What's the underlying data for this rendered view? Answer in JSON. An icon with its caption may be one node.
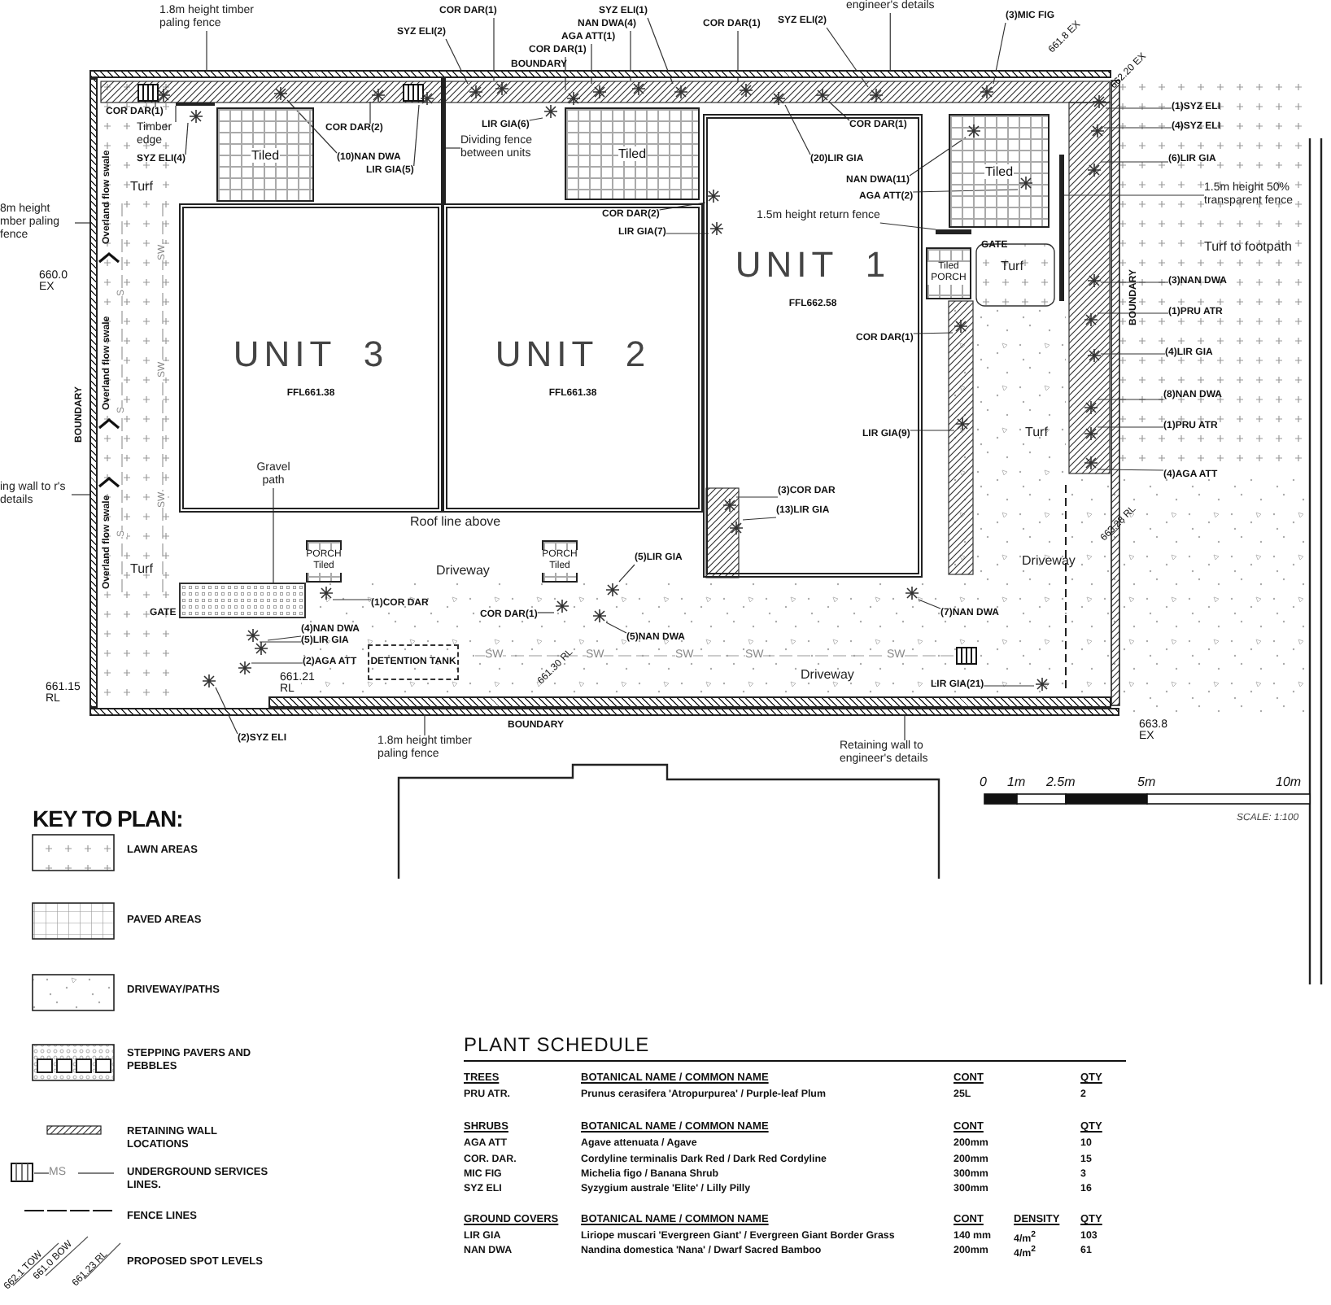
{
  "diagram": {
    "nodes": [
      {
        "text": [
          "UNIT 3",
          "FFL661.38"
        ]
      },
      {
        "text": [
          "UNIT 2",
          "FFL661.38"
        ]
      },
      {
        "text": [
          "UNIT 1",
          "FFL662.58"
        ]
      },
      {
        "text": [
          "Tiled"
        ]
      },
      {
        "text": [
          "Tiled"
        ]
      },
      {
        "text": [
          "Tiled"
        ]
      },
      {
        "text": [
          "Tiled PORCH"
        ]
      },
      {
        "text": [
          "PORCH Tiled"
        ]
      },
      {
        "text": [
          "PORCH Tiled"
        ]
      },
      {
        "text": [
          "DETENTION TANK"
        ]
      },
      {
        "text": [
          "1.8m height timber paling fence"
        ]
      },
      {
        "text": [
          "8m height mber paling fence"
        ]
      },
      {
        "text": [
          "ing wall to r's details"
        ]
      },
      {
        "text": [
          "COR DAR(1)"
        ]
      },
      {
        "text": [
          "Timber edge"
        ]
      },
      {
        "text": [
          "SYZ ELI(4)"
        ]
      },
      {
        "text": [
          "COR DAR(2)"
        ]
      },
      {
        "text": [
          "(10)NAN DWA"
        ]
      },
      {
        "text": [
          "LIR GIA(5)"
        ]
      },
      {
        "text": [
          "SYZ ELI(2)"
        ]
      },
      {
        "text": [
          "COR DAR(1)"
        ]
      },
      {
        "text": [
          "Dividing fence between units"
        ]
      },
      {
        "text": [
          "LIR GIA(6)"
        ]
      },
      {
        "text": [
          "AGA ATT(1)"
        ]
      },
      {
        "text": [
          "NAN DWA(4)"
        ]
      },
      {
        "text": [
          "SYZ ELI(1)"
        ]
      },
      {
        "text": [
          "COR DAR(1)"
        ]
      },
      {
        "text": [
          "COR DAR(2)"
        ],
        "in": 1
      },
      {
        "text": [
          "LIR GIA(7)"
        ],
        "in": 1
      },
      {
        "text": [
          "engineer's details"
        ]
      },
      {
        "text": [
          "COR DAR(1)"
        ]
      },
      {
        "text": [
          "SYZ ELI(2)"
        ]
      },
      {
        "text": [
          "(3)MIC FIG"
        ]
      },
      {
        "text": [
          "COR DAR(1)"
        ],
        "in": 2
      },
      {
        "text": [
          "(20)LIR GIA"
        ],
        "in": 2
      },
      {
        "text": [
          "NAN DWA(11)"
        ],
        "in": 2
      },
      {
        "text": [
          "AGA ATT(2)"
        ],
        "in": 2
      },
      {
        "text": [
          "1.5m height return fence"
        ],
        "in": 2
      },
      {
        "text": [
          "(1)SYZ ELI"
        ]
      },
      {
        "text": [
          "(4)SYZ ELI"
        ]
      },
      {
        "text": [
          "(6)LIR GIA"
        ]
      },
      {
        "text": [
          "1.5m height 50% transparent fence"
        ]
      },
      {
        "text": [
          "(3)NAN DWA"
        ]
      },
      {
        "text": [
          "(1)PRU ATR"
        ]
      },
      {
        "text": [
          "(4)LIR GIA"
        ]
      },
      {
        "text": [
          "COR DAR(1)"
        ],
        "in": 2
      },
      {
        "text": [
          "(8)NAN DWA"
        ]
      },
      {
        "text": [
          "(1)PRU ATR"
        ]
      },
      {
        "text": [
          "(4)AGA ATT"
        ]
      },
      {
        "text": [
          "LIR GIA(9)"
        ],
        "in": 2
      },
      {
        "text": [
          "(3)COR DAR"
        ],
        "in": 2
      },
      {
        "text": [
          "(13)LIR GIA"
        ],
        "in": 2
      },
      {
        "text": [
          "Gravel path"
        ],
        "in": 0
      },
      {
        "text": [
          "(5)LIR GIA"
        ]
      },
      {
        "text": [
          "(1)COR DAR"
        ]
      },
      {
        "text": [
          "COR DAR(1)"
        ]
      },
      {
        "text": [
          "(4)NAN DWA"
        ]
      },
      {
        "text": [
          "(5)LIR GIA"
        ]
      },
      {
        "text": [
          "(2)AGA ATT"
        ]
      },
      {
        "text": [
          "(5)NAN DWA"
        ]
      },
      {
        "text": [
          "(7)NAN DWA"
        ]
      },
      {
        "text": [
          "LIR GIA(21)"
        ]
      },
      {
        "text": [
          "(2)SYZ ELI"
        ]
      },
      {
        "text": [
          "1.8m height timber paling fence"
        ]
      },
      {
        "text": [
          "Retaining wall to engineer's details"
        ]
      },
      {
        "text": [],
        "shape": "bar"
      },
      {
        "text": [],
        "shape": "bar"
      },
      {
        "text": [],
        "shape": "bar"
      },
      {
        "text": [],
        "shape": "bar"
      },
      {
        "text": [],
        "shape": "bar"
      },
      {
        "text": [],
        "shape": "bar"
      },
      {
        "text": [],
        "shape": "bar"
      },
      {
        "text": [],
        "shape": "bar"
      },
      {
        "text": [],
        "shape": "box"
      },
      {
        "text": [],
        "shape": "picture"
      },
      {
        "text": [],
        "shape": "picture"
      },
      {
        "text": [],
        "shape": "picture"
      },
      {
        "text": [],
        "shape": "picture"
      },
      {
        "text": [],
        "shape": "picture"
      },
      {
        "text": [],
        "shape": "picture"
      },
      {
        "text": [],
        "shape": "picture"
      },
      {
        "text": [],
        "shape": "picture"
      },
      {
        "text": [],
        "shape": "picture"
      },
      {
        "text": [],
        "shape": "picture"
      },
      {
        "text": [],
        "shape": "picture"
      },
      {
        "text": [],
        "shape": "picture"
      },
      {
        "text": [],
        "shape": "picture",
        "in": 2
      },
      {
        "text": [],
        "shape": "picture",
        "in": 2
      },
      {
        "text": [],
        "shape": "picture"
      },
      {
        "text": [],
        "shape": "picture"
      },
      {
        "text": [],
        "shape": "picture"
      },
      {
        "text": [],
        "shape": "picture"
      },
      {
        "text": [],
        "shape": "picture"
      },
      {
        "text": [],
        "shape": "picture",
        "in": 5
      },
      {
        "text": [],
        "shape": "picture",
        "in": 5
      },
      {
        "text": [],
        "shape": "picture"
      },
      {
        "text": [],
        "shape": "picture"
      },
      {
        "text": [],
        "shape": "picture"
      },
      {
        "text": [],
        "shape": "picture"
      },
      {
        "text": [],
        "shape": "picture"
      },
      {
        "text": [],
        "shape": "picture"
      },
      {
        "text": [],
        "shape": "picture"
      },
      {
        "text": [],
        "shape": "picture"
      },
      {
        "text": [],
        "shape": "picture"
      },
      {
        "text": [],
        "shape": "picture"
      },
      {
        "text": [],
        "shape": "picture"
      },
      {
        "text": [],
        "shape": "picture",
        "in": 2
      },
      {
        "text": [],
        "shape": "picture",
        "in": 2
      },
      {
        "text": [],
        "shape": "picture"
      },
      {
        "text": [],
        "shape": "picture"
      },
      {
        "text": [],
        "shape": "picture"
      },
      {
        "text": [],
        "shape": "picture"
      },
      {
        "text": [],
        "shape": "picture"
      },
      {
        "text": [],
        "shape": "picture"
      },
      {
        "text": [],
        "shape": "picture"
      },
      {
        "text": [],
        "shape": "picture"
      },
      {
        "text": [],
        "shape": "picture"
      },
      {
        "text": [],
        "shape": "picture"
      }
    ],
    "edges": [
      {
        "from": 10,
        "to": 65,
        "arrow": "none"
      },
      {
        "from": 11,
        "to": 66,
        "arrow": "none"
      },
      {
        "from": 12,
        "to": 66,
        "arrow": "none"
      },
      {
        "from": 13,
        "to": 74,
        "arrow": "none"
      },
      {
        "from": 14,
        "to": 72,
        "arrow": "none"
      },
      {
        "from": 15,
        "to": 75,
        "arrow": "none"
      },
      {
        "from": 16,
        "to": 76,
        "arrow": "none"
      },
      {
        "from": 17,
        "to": 77,
        "arrow": "none"
      },
      {
        "from": 18,
        "to": 78,
        "arrow": "none"
      },
      {
        "from": 19,
        "to": 79,
        "arrow": "none"
      },
      {
        "from": 20,
        "to": 80,
        "arrow": "none"
      },
      {
        "from": 21,
        "to": 69,
        "arrow": "none"
      },
      {
        "from": 22,
        "to": 81,
        "arrow": "none"
      },
      {
        "from": 23,
        "to": 82,
        "arrow": "none"
      },
      {
        "from": 24,
        "to": 83,
        "arrow": "none"
      },
      {
        "from": 25,
        "to": 84,
        "arrow": "none"
      },
      {
        "from": 26,
        "to": 85,
        "arrow": "none"
      },
      {
        "from": 27,
        "to": 86,
        "arrow": "none"
      },
      {
        "from": 28,
        "to": 87,
        "arrow": "none"
      },
      {
        "from": 29,
        "to": 65,
        "arrow": "none"
      },
      {
        "from": 30,
        "to": 88,
        "arrow": "none"
      },
      {
        "from": 31,
        "to": 89,
        "arrow": "none"
      },
      {
        "from": 32,
        "to": 90,
        "arrow": "none"
      },
      {
        "from": 33,
        "to": 91,
        "arrow": "none"
      },
      {
        "from": 34,
        "to": 92,
        "arrow": "none"
      },
      {
        "from": 35,
        "to": 93,
        "arrow": "none"
      },
      {
        "from": 36,
        "to": 94,
        "arrow": "none"
      },
      {
        "from": 37,
        "to": 70,
        "arrow": "none"
      },
      {
        "from": 38,
        "to": 95,
        "arrow": "none"
      },
      {
        "from": 39,
        "to": 96,
        "arrow": "none"
      },
      {
        "from": 40,
        "to": 97,
        "arrow": "none"
      },
      {
        "from": 41,
        "to": 71,
        "arrow": "none"
      },
      {
        "from": 42,
        "to": 98,
        "arrow": "none"
      },
      {
        "from": 43,
        "to": 99,
        "arrow": "none"
      },
      {
        "from": 44,
        "to": 100,
        "arrow": "none"
      },
      {
        "from": 45,
        "to": 101,
        "arrow": "none"
      },
      {
        "from": 46,
        "to": 102,
        "arrow": "none"
      },
      {
        "from": 47,
        "to": 103,
        "arrow": "none"
      },
      {
        "from": 48,
        "to": 104,
        "arrow": "none"
      },
      {
        "from": 49,
        "to": 105,
        "arrow": "none"
      },
      {
        "from": 50,
        "to": 106,
        "arrow": "none"
      },
      {
        "from": 51,
        "to": 107,
        "arrow": "none"
      },
      {
        "from": 52,
        "to": 73,
        "arrow": "none"
      },
      {
        "from": 53,
        "to": 108,
        "arrow": "none"
      },
      {
        "from": 54,
        "to": 109,
        "arrow": "none"
      },
      {
        "from": 55,
        "to": 110,
        "arrow": "none"
      },
      {
        "from": 56,
        "to": 111,
        "arrow": "none"
      },
      {
        "from": 57,
        "to": 112,
        "arrow": "none"
      },
      {
        "from": 58,
        "to": 113,
        "arrow": "none"
      },
      {
        "from": 59,
        "to": 114,
        "arrow": "none"
      },
      {
        "from": 60,
        "to": 115,
        "arrow": "none"
      },
      {
        "from": 61,
        "to": 116,
        "arrow": "none"
      },
      {
        "from": 62,
        "to": 117,
        "arrow": "none"
      },
      {
        "from": 63,
        "to": 67,
        "arrow": "none"
      },
      {
        "from": 64,
        "to": 68,
        "arrow": "none"
      }
    ],
    "labels": [
      "661.8 EX",
      "662.20 EX",
      "BOUNDARY",
      "Turf",
      "660.0 EX",
      "Overland flow swale",
      "Overland flow swale",
      "BOUNDARY",
      "GATE",
      "Turf",
      "Turf to footpath",
      "BOUNDARY",
      "Turf",
      "Overland flow swale",
      "Turf",
      "Roof line above",
      "Driveway",
      "Driveway",
      "GATE",
      "661.21 RL",
      "661.30 RL",
      "Driveway",
      "661.15 RL",
      "663.28 RL",
      "663.8 EX",
      "BOUNDARY",
      "SW",
      "SW",
      "SW",
      "SW",
      "SW",
      "SW",
      "SW",
      "SW",
      "S",
      "S",
      "S",
      "0",
      "1m",
      "2.5m",
      "5m",
      "10m",
      "SCALE: 1:100",
      "KEY TO PLAN:",
      "MS",
      "662.1 TOW",
      "661.0 BOW",
      "661.23 RL",
      "PLANT SCHEDULE",
      "TREES",
      "BOTANICAL NAME / COMMON NAME",
      "CONT",
      "QTY",
      "PRU ATR.",
      "Prunus cerasifera 'Atropurpurea' / Purple-leaf Plum",
      "25L",
      "2",
      "SHRUBS",
      "BOTANICAL NAME / COMMON NAME",
      "CONT",
      "QTY",
      "AGA ATT",
      "Agave attenuata / Agave",
      "200mm",
      "10",
      "COR. DAR.",
      "Cordyline terminalis Dark Red / Dark Red Cordyline",
      "200mm",
      "15",
      "MIC FIG",
      "Michelia figo / Banana Shrub",
      "300mm",
      "3",
      "SYZ ELI",
      "Syzygium australe 'Elite' / Lilly Pilly",
      "300mm",
      "16",
      "GROUND COVERS",
      "BOTANICAL NAME / COMMON NAME",
      "CONT",
      "DENSITY",
      "QTY",
      "LIR GIA",
      "Liriope muscari 'Evergreen Giant' / Evergreen Giant Border Grass",
      "140 mm",
      "4/m$^{2}$",
      "103",
      "NAN DWA",
      "Nandina domestica 'Nana' / Dwarf Sacred Bamboo",
      "200mm",
      "4/m$^{2}$",
      "61"
    ],
    "legend": [
      {
        "text": "LAWN AREAS"
      },
      {
        "text": "PAVED AREAS"
      },
      {
        "text": "DRIVEWAY/PATHS"
      },
      {
        "text": "STEPPING PAVERS AND PEBBLES"
      },
      {
        "text": "RETAINING WALL LOCATIONS"
      },
      {
        "text": "UNDERGROUND SERVICES LINES."
      },
      {
        "text": "FENCE LINES"
      },
      {
        "text": "PROPOSED SPOT LEVELS"
      }
    ]
  }
}
